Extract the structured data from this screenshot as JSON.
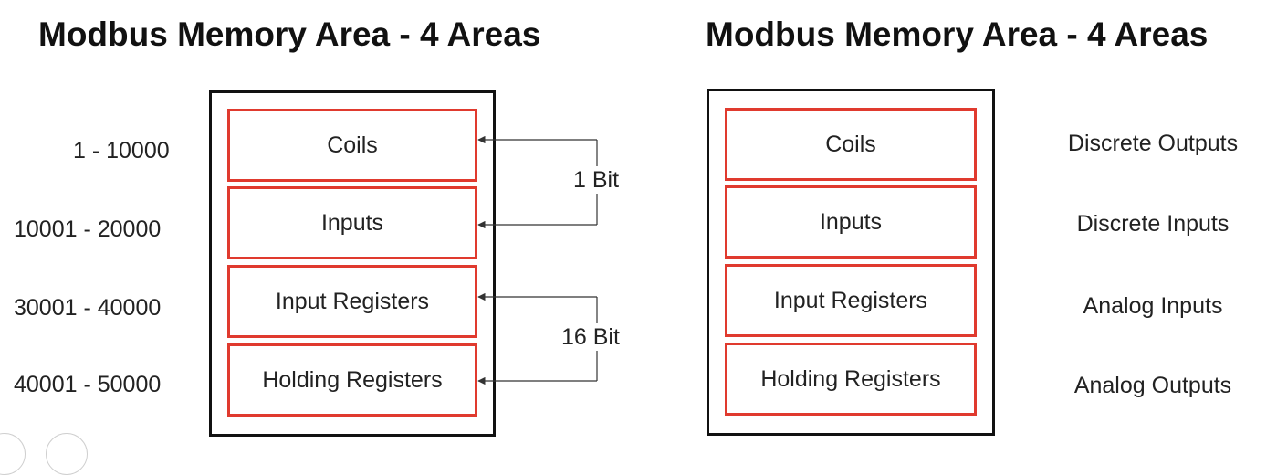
{
  "left": {
    "title": "Modbus Memory Area  - 4 Areas",
    "areas": [
      "Coils",
      "Inputs",
      "Input Registers",
      "Holding Registers"
    ],
    "addresses": [
      "1 - 10000",
      "10001 - 20000",
      "30001 - 40000",
      "40001 - 50000"
    ],
    "bit_labels": [
      "1 Bit",
      "16 Bit"
    ]
  },
  "right": {
    "title": "Modbus Memory Area  - 4 Areas",
    "areas": [
      "Coils",
      "Inputs",
      "Input Registers",
      "Holding Registers"
    ],
    "descriptions": [
      "Discrete Outputs",
      "Discrete Inputs",
      "Analog Inputs",
      "Analog Outputs"
    ]
  },
  "colors": {
    "area_border": "#e03a2e",
    "outer_border": "#111111"
  }
}
